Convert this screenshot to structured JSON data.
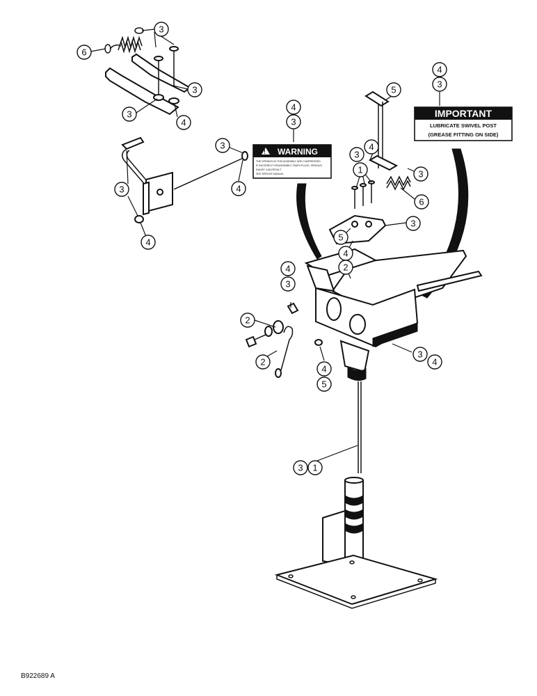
{
  "callouts": {
    "c_tl_3a": "3",
    "c_tl_6": "6",
    "c_tl_3b": "3",
    "c_tl_3c": "3",
    "c_tl_4a": "4",
    "c_lv_3a": "3",
    "c_lv_4a": "4",
    "c_lv_3b": "3",
    "c_lv_4b": "4",
    "c_wn_4": "4",
    "c_wn_3": "3",
    "c_im_4": "4",
    "c_im_3": "3",
    "c_bk_5": "5",
    "c_bk_3a": "3",
    "c_bk_4a": "4",
    "c_bk_1": "1",
    "c_bk_3b": "3",
    "c_bk_6": "6",
    "c_bk_3c": "3",
    "c_bk_5b": "5",
    "c_bk_4b": "4",
    "c_bk_2a": "2",
    "c_fr_4": "4",
    "c_fr_3": "3",
    "c_fr_2a": "2",
    "c_fr_2b": "2",
    "c_fr_4b": "4",
    "c_fr_5": "5",
    "c_fr_3b": "3",
    "c_fr_4c": "4",
    "c_st_3": "3",
    "c_st_1": "1"
  },
  "warning_decal": {
    "title": "WARNING",
    "lines": [
      "THE SPRINGS IN THIS ASSEMBLY ARE COMPRESSED",
      "IF INCORRECT DISASSEMBLY TAKES PLACE, SERIOUS",
      "INJURY CAN RESULT",
      "SEE SERVICE MANUAL"
    ]
  },
  "important_decal": {
    "title": "IMPORTANT",
    "line1": "LUBRICATE SWIVEL POST",
    "line2": "(GREASE FITTING ON SIDE)"
  },
  "drawing_id": "B922689 A"
}
